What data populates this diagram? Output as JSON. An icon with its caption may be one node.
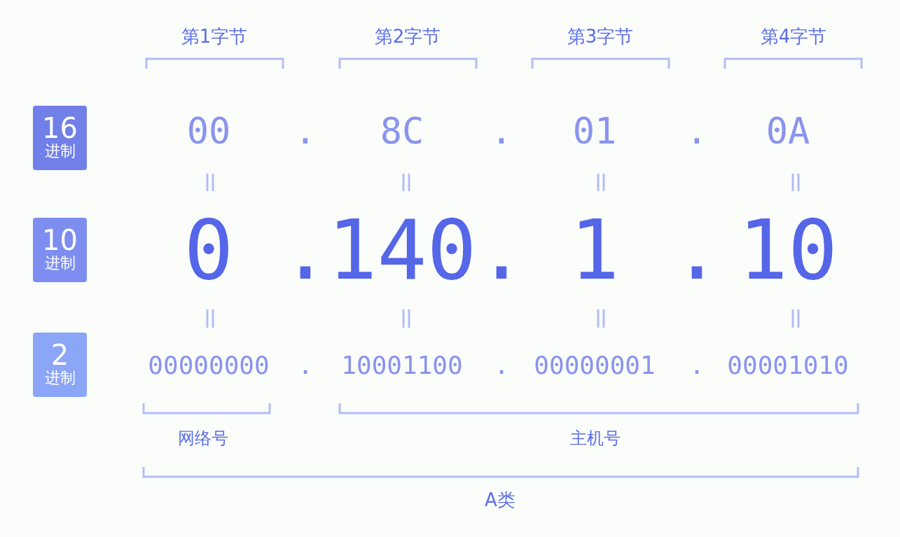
{
  "diagram": {
    "nodes": [
      {
        "text": [
          "16",
          "进制"
        ]
      },
      {
        "text": [
          "10",
          "进制"
        ]
      },
      {
        "text": [
          "2",
          "进制"
        ]
      }
    ],
    "labels": [
      "第1字节",
      "第2字节",
      "第3字节",
      "第4字节",
      "00",
      ".",
      "8C",
      ".",
      "01",
      ".",
      "0A",
      "0",
      ".",
      "140",
      ".",
      "1",
      ".",
      "10",
      "00000000",
      ".",
      "10001100",
      ".",
      "00000001",
      ".",
      "00001010",
      "网络号",
      "主机号",
      "A类"
    ]
  }
}
